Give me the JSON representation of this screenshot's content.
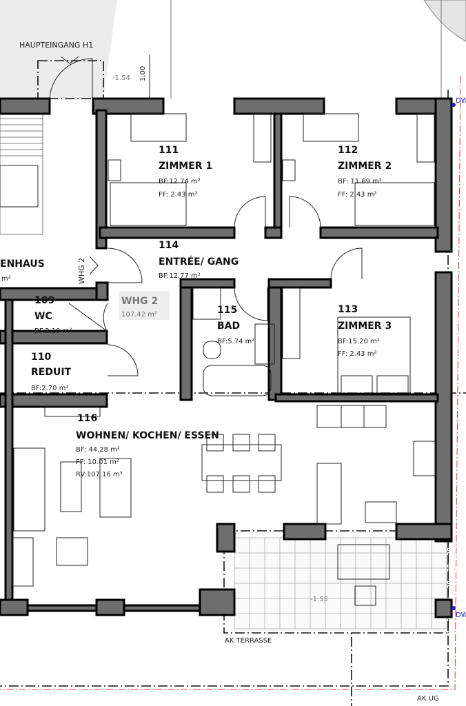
{
  "labels": {
    "entrance": "HAUPTEINGANG H1",
    "level_entrance": "-1.54",
    "dim_entrance": "1.00",
    "level_terrace": "-1.55",
    "ak_terrasse": "AK TERRASSE",
    "ak_ug": "AK UG",
    "dw_top": "DW",
    "dw_bottom": "DW",
    "whg_arrow": "WHG 2",
    "stair_partial": "ENHAUS",
    "stair_partial_area": "m²"
  },
  "unit": {
    "name": "WHG 2",
    "area": "107.42 m²"
  },
  "rooms": [
    {
      "number": "111",
      "name": "ZIMMER 1",
      "bf": "BF:12.74 m²",
      "ff": "FF:  2.43 m²"
    },
    {
      "number": "112",
      "name": "ZIMMER 2",
      "bf": "BF: 11.89 m²",
      "ff": "FF:  2.43 m²"
    },
    {
      "number": "113",
      "name": "ZIMMER 3",
      "bf": "BF:15.20 m²",
      "ff": "FF:  2.43 m²"
    },
    {
      "number": "114",
      "name": "ENTRÉE/ GANG",
      "bf": "BF:12.77 m²"
    },
    {
      "number": "115",
      "name": "BAD",
      "bf": "BF:5.74 m²"
    },
    {
      "number": "109",
      "name": "WC",
      "bf": "BF:2.10 m²"
    },
    {
      "number": "110",
      "name": "REDUIT",
      "bf": "BF:2.70 m²"
    },
    {
      "number": "116",
      "name": "WOHNEN/ KOCHEN/ ESSEN",
      "bf": "BF:  44.28 m²",
      "ff": "FF:  10.01 m²",
      "rv": "RV:107.16 m³"
    }
  ],
  "colors": {
    "wall": "#6e6e6e",
    "property_line": "#dd3333",
    "dw_marker": "#2222cc",
    "unit_badge": "#eeeeee"
  }
}
